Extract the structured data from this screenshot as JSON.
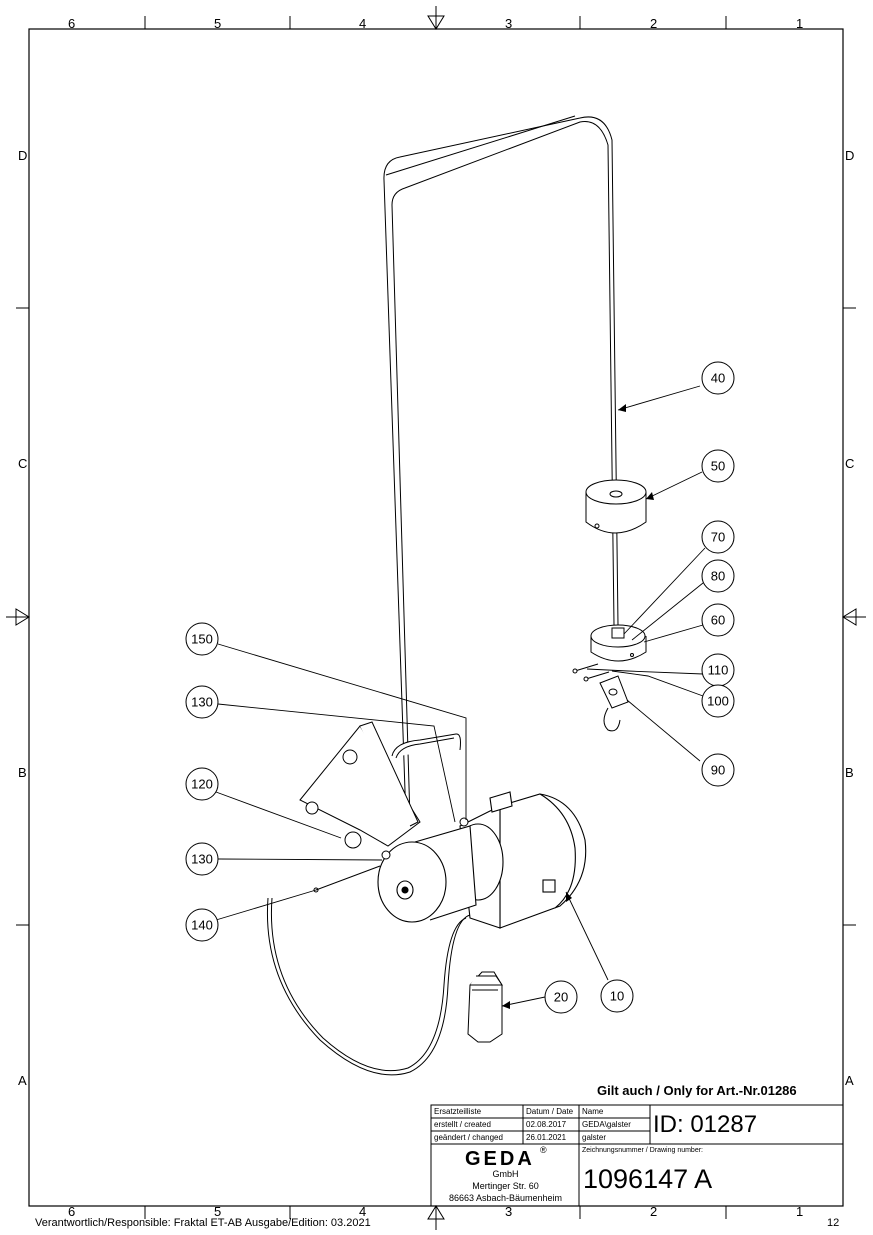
{
  "frame": {
    "columns_top": [
      "6",
      "5",
      "4",
      "3",
      "2",
      "1"
    ],
    "columns_bottom": [
      "6",
      "5",
      "4",
      "3",
      "2",
      "1"
    ],
    "rows_left": [
      "D",
      "C",
      "B",
      "A"
    ],
    "rows_right": [
      "D",
      "C",
      "B",
      "A"
    ]
  },
  "balloons": [
    {
      "label": "40"
    },
    {
      "label": "50"
    },
    {
      "label": "70"
    },
    {
      "label": "80"
    },
    {
      "label": "60"
    },
    {
      "label": "110"
    },
    {
      "label": "100"
    },
    {
      "label": "90"
    },
    {
      "label": "150"
    },
    {
      "label": "130"
    },
    {
      "label": "120"
    },
    {
      "label": "130"
    },
    {
      "label": "140"
    },
    {
      "label": "20"
    },
    {
      "label": "10"
    }
  ],
  "note": "Gilt auch / Only for Art.-Nr.01286",
  "title_block": {
    "ersatzteilliste": "Ersatzteilliste",
    "datum_header": "Datum / Date",
    "name_header": "Name",
    "created_label": "erstellt / created",
    "created_date": "02.08.2017",
    "created_name": "GEDA\\galster",
    "changed_label": "geändert / changed",
    "changed_date": "26.01.2021",
    "changed_name": "galster",
    "id_value": "ID: 01287",
    "drawing_number_label": "Zeichnungsnummer / Drawing number:",
    "drawing_number": "1096147 A",
    "company_logo": "GEDA",
    "company_form": "GmbH",
    "street": "Mertinger Str. 60",
    "city": "86663 Asbach-Bäumenheim"
  },
  "footer": {
    "left": "Verantwortlich/Responsible: Fraktal ET-AB Ausgabe/Edition: 03.2021",
    "page": "12"
  }
}
